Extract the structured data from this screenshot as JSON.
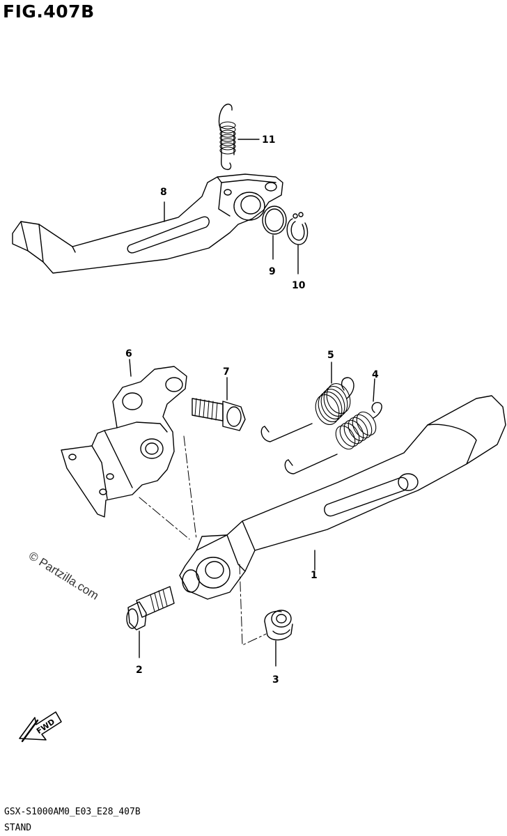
{
  "figure": {
    "title": "FIG.407B",
    "watermark": "© Partzilla.com",
    "footer_code": "GSX-S1000AM0_E03_E28_407B",
    "footer_name": "STAND",
    "fwd_label": "FWD"
  },
  "parts": [
    {
      "ref": "1"
    },
    {
      "ref": "2"
    },
    {
      "ref": "3"
    },
    {
      "ref": "4"
    },
    {
      "ref": "5"
    },
    {
      "ref": "6"
    },
    {
      "ref": "7"
    },
    {
      "ref": "8"
    },
    {
      "ref": "9"
    },
    {
      "ref": "10"
    },
    {
      "ref": "11"
    }
  ]
}
